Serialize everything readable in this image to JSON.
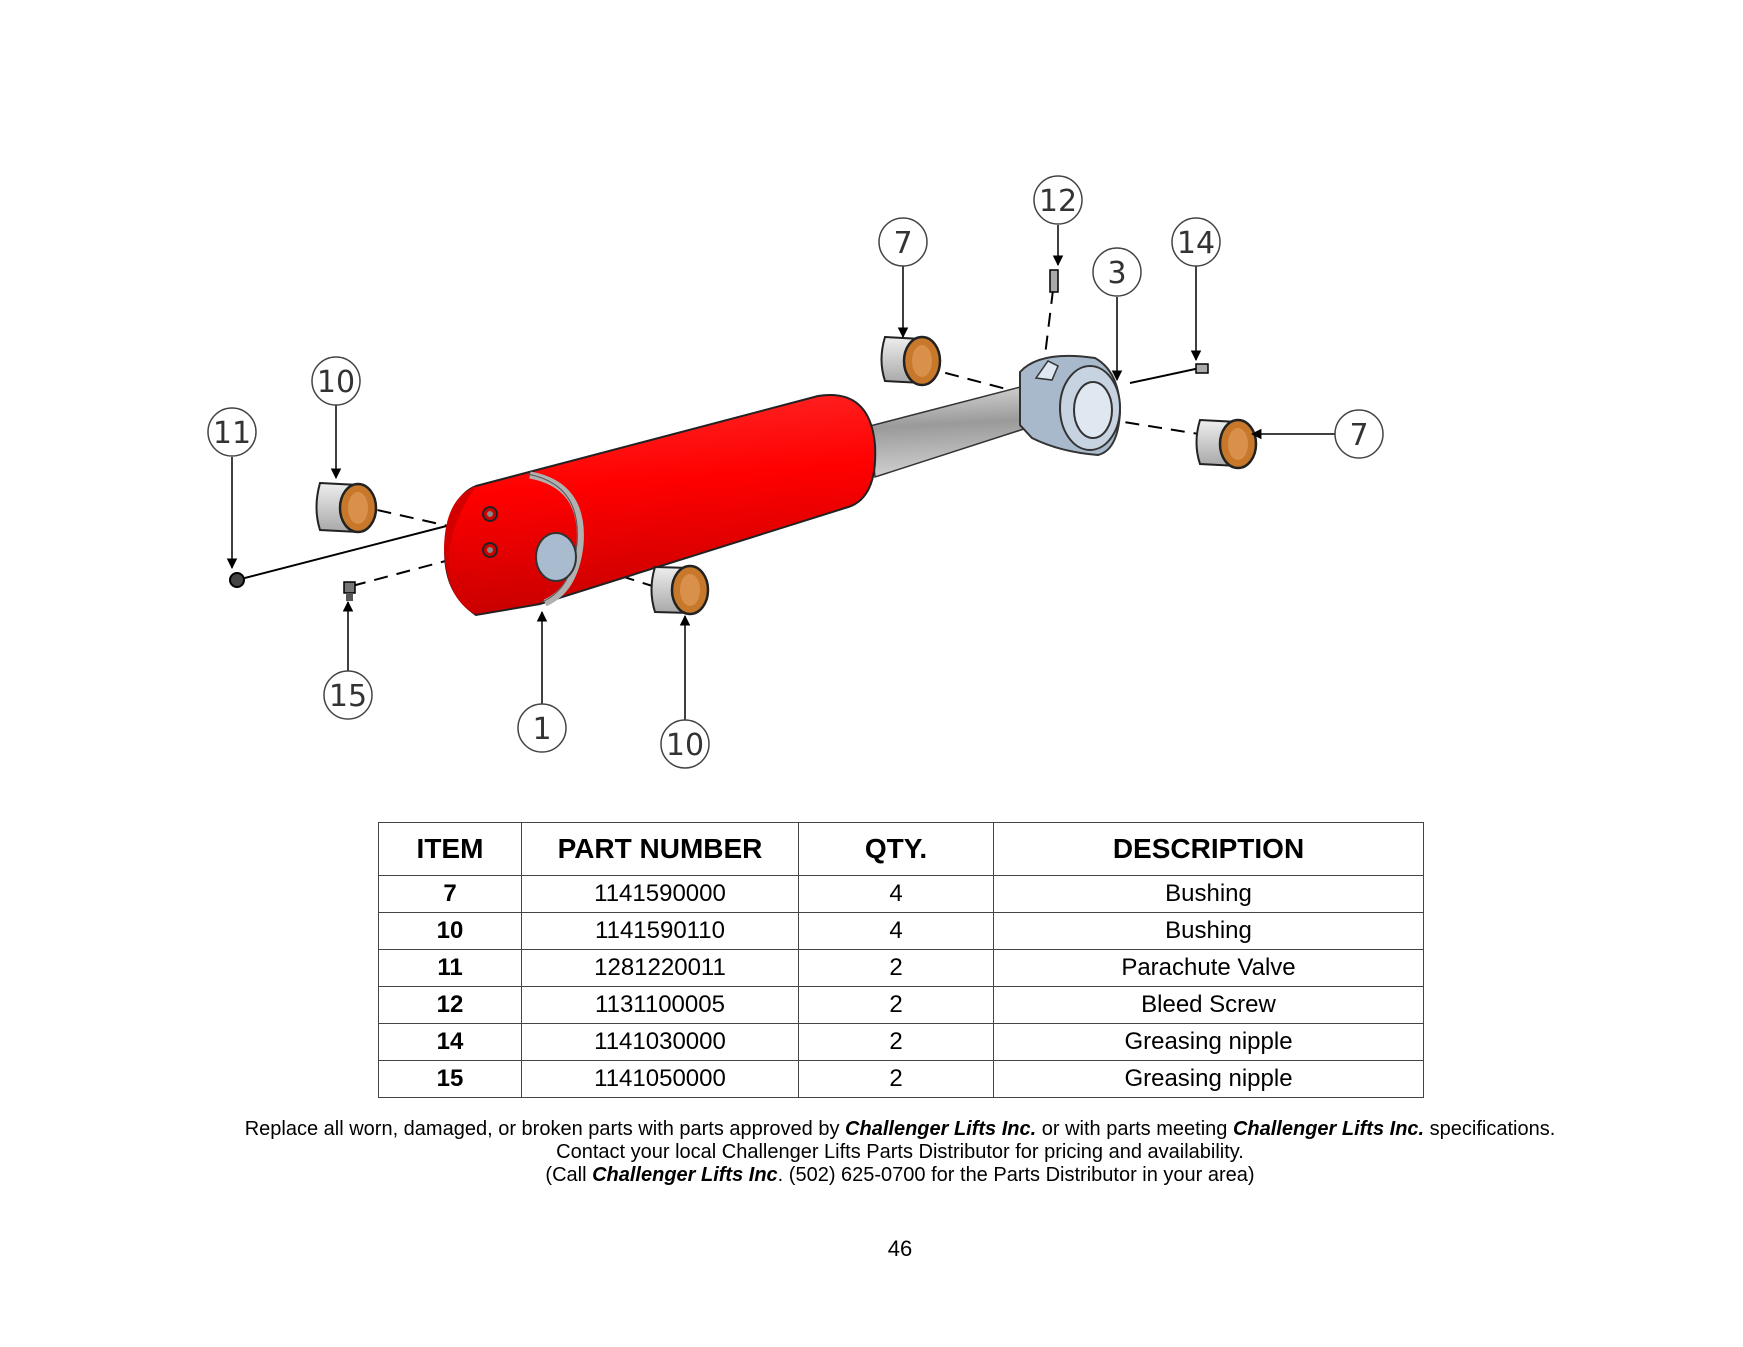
{
  "callouts": {
    "c11": "11",
    "c10a": "10",
    "c15": "15",
    "c1": "1",
    "c10b": "10",
    "c7a": "7",
    "c12": "12",
    "c3": "3",
    "c14": "14",
    "c7b": "7"
  },
  "table": {
    "headers": [
      "ITEM",
      "PART NUMBER",
      "QTY.",
      "DESCRIPTION"
    ],
    "rows": [
      {
        "item": "7",
        "part": "1141590000",
        "qty": "4",
        "desc": "Bushing"
      },
      {
        "item": "10",
        "part": "1141590110",
        "qty": "4",
        "desc": "Bushing"
      },
      {
        "item": "11",
        "part": "1281220011",
        "qty": "2",
        "desc": "Parachute Valve"
      },
      {
        "item": "12",
        "part": "1131100005",
        "qty": "2",
        "desc": "Bleed Screw"
      },
      {
        "item": "14",
        "part": "1141030000",
        "qty": "2",
        "desc": "Greasing nipple"
      },
      {
        "item": "15",
        "part": "1141050000",
        "qty": "2",
        "desc": "Greasing nipple"
      }
    ]
  },
  "notes": {
    "l1a": "Replace all worn, damaged, or broken parts with parts approved by ",
    "brand": "Challenger Lifts Inc.",
    "l1b": " or with parts meeting ",
    "l1c": " specifications.",
    "line2": "Contact your local Challenger Lifts Parts Distributor for pricing and availability.",
    "l3a": "(Call ",
    "brand_short": "Challenger Lifts Inc",
    "l3b": ". (502) 625-0700 for the Parts Distributor in your area)"
  },
  "page_number": "46",
  "colors": {
    "cylinder": "#ff0000",
    "rod": "#b8b8b8",
    "clevis": "#a9b9cc",
    "bushing_outer": "#c8c8c8",
    "bushing_inner": "#c8782a"
  }
}
